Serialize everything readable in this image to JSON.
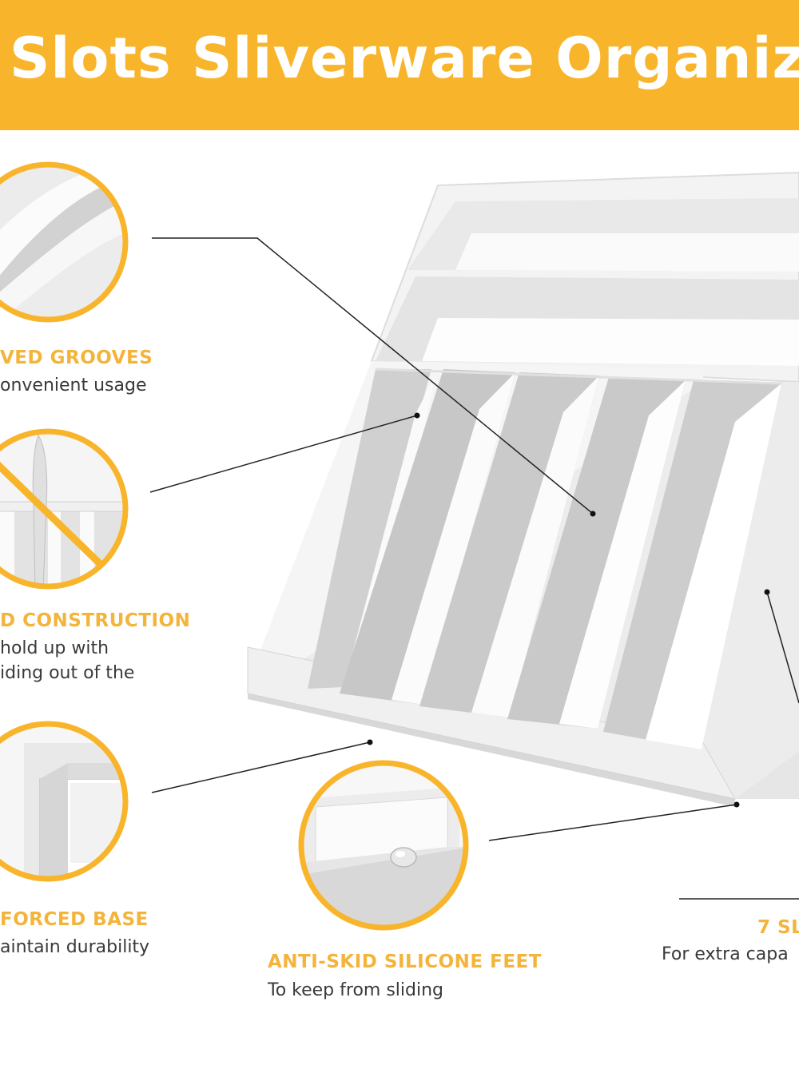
{
  "banner": {
    "title": "Slots Sliverware Organize",
    "background": "#f8b52b",
    "text_color": "#ffffff"
  },
  "features": [
    {
      "title": "VED GROOVES",
      "lines": [
        "onvenient usage"
      ],
      "icon": "curved-groove-closeup"
    },
    {
      "title": "D CONSTRUCTION",
      "lines": [
        "hold up with",
        "iding out of the"
      ],
      "icon": "knife-in-slot-closeup"
    },
    {
      "title": "FORCED BASE",
      "lines": [
        "aintain durability"
      ],
      "icon": "corner-base-closeup"
    },
    {
      "title": "ANTI-SKID SILICONE FEET",
      "lines": [
        "To keep from sliding"
      ],
      "icon": "silicone-foot-closeup"
    },
    {
      "title": "7 SL",
      "lines": [
        "For extra capa"
      ],
      "icon": ""
    }
  ],
  "colors": {
    "accent": "#f4b43a",
    "circle_ring": "#f8b52b",
    "tray": "#f2f2f2",
    "tray_shadow": "#c9c9c9",
    "text": "#3a3a3a",
    "leader_line": "#222222"
  }
}
